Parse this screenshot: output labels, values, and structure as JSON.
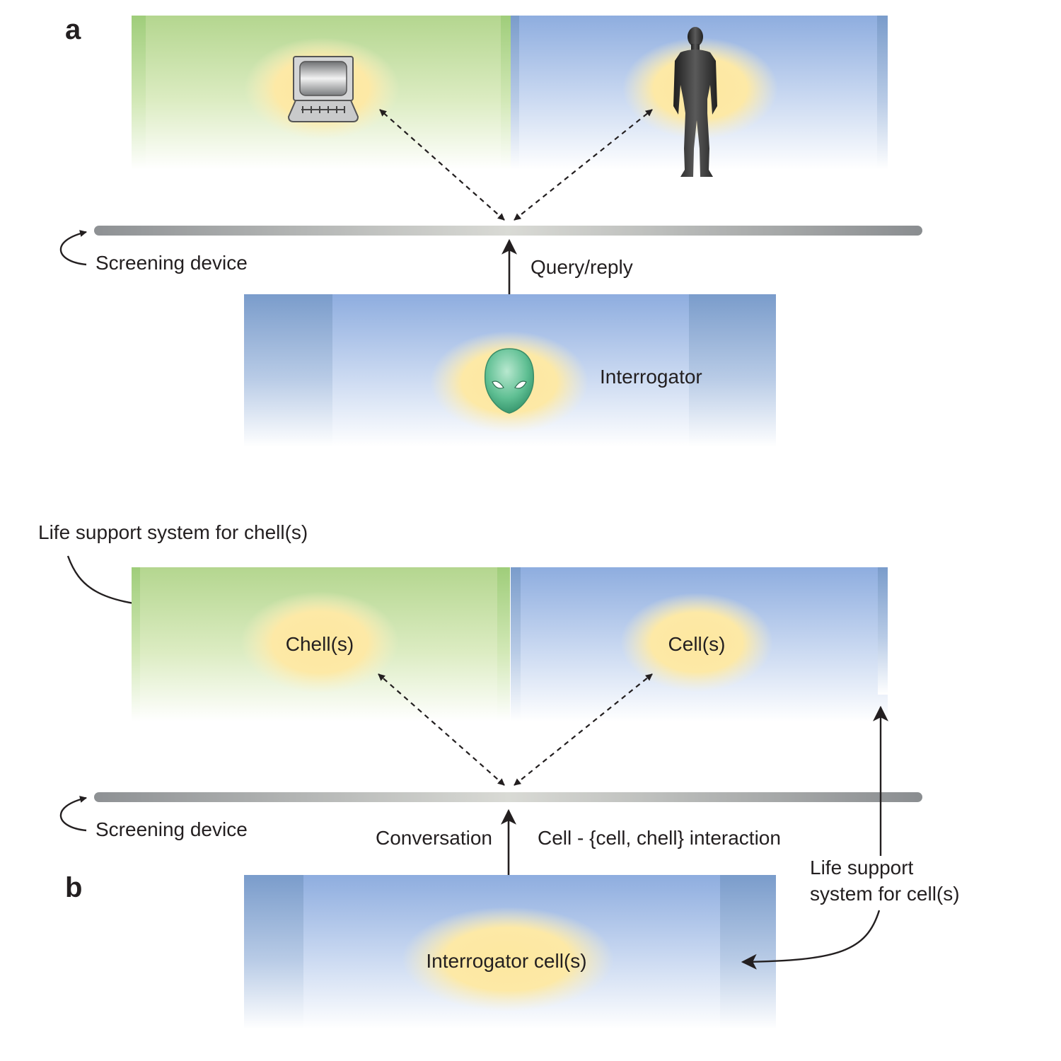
{
  "panel_a": {
    "letter": "a",
    "screening_label": "Screening device",
    "query_label": "Query/reply",
    "interrogator_label": "Interrogator",
    "icons": [
      "computer-icon",
      "human-figure-icon",
      "alien-head-icon"
    ]
  },
  "panel_b": {
    "letter": "b",
    "life_support_chell_label": "Life support system for chell(s)",
    "chell_label": "Chell(s)",
    "cell_label": "Cell(s)",
    "screening_label": "Screening device",
    "conversation_label": "Conversation",
    "interaction_label": "Cell - {cell, chell} interaction",
    "life_support_cell_line1": "Life support",
    "life_support_cell_line2": "system for cell(s)",
    "interrogator_cells_label": "Interrogator cell(s)"
  },
  "colors": {
    "green_chamber": "#b3d58f",
    "blue_chamber": "#8faedd",
    "glow": "#fde9a0",
    "screen_bar": "#9a9d9f",
    "arrow": "#231f20"
  }
}
